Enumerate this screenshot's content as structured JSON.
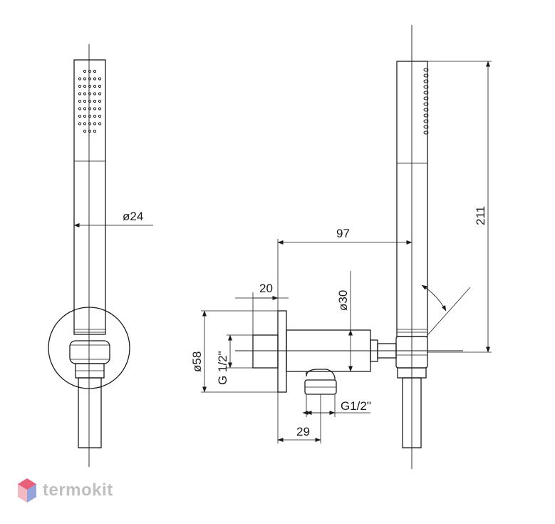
{
  "dimensions": {
    "handle_diameter": "ø24",
    "reach_97": "97",
    "height_211": "211",
    "depth_20": "20",
    "body_diameter": "ø30",
    "flange_diameter": "ø58",
    "inlet_thread": "G 1/2\"",
    "outlet_thread": "G1/2\"",
    "offset_29": "29"
  },
  "watermark": {
    "brand": "termokit",
    "colors": [
      "#e8607a",
      "#7d9fe0",
      "#f2b9c5"
    ]
  }
}
